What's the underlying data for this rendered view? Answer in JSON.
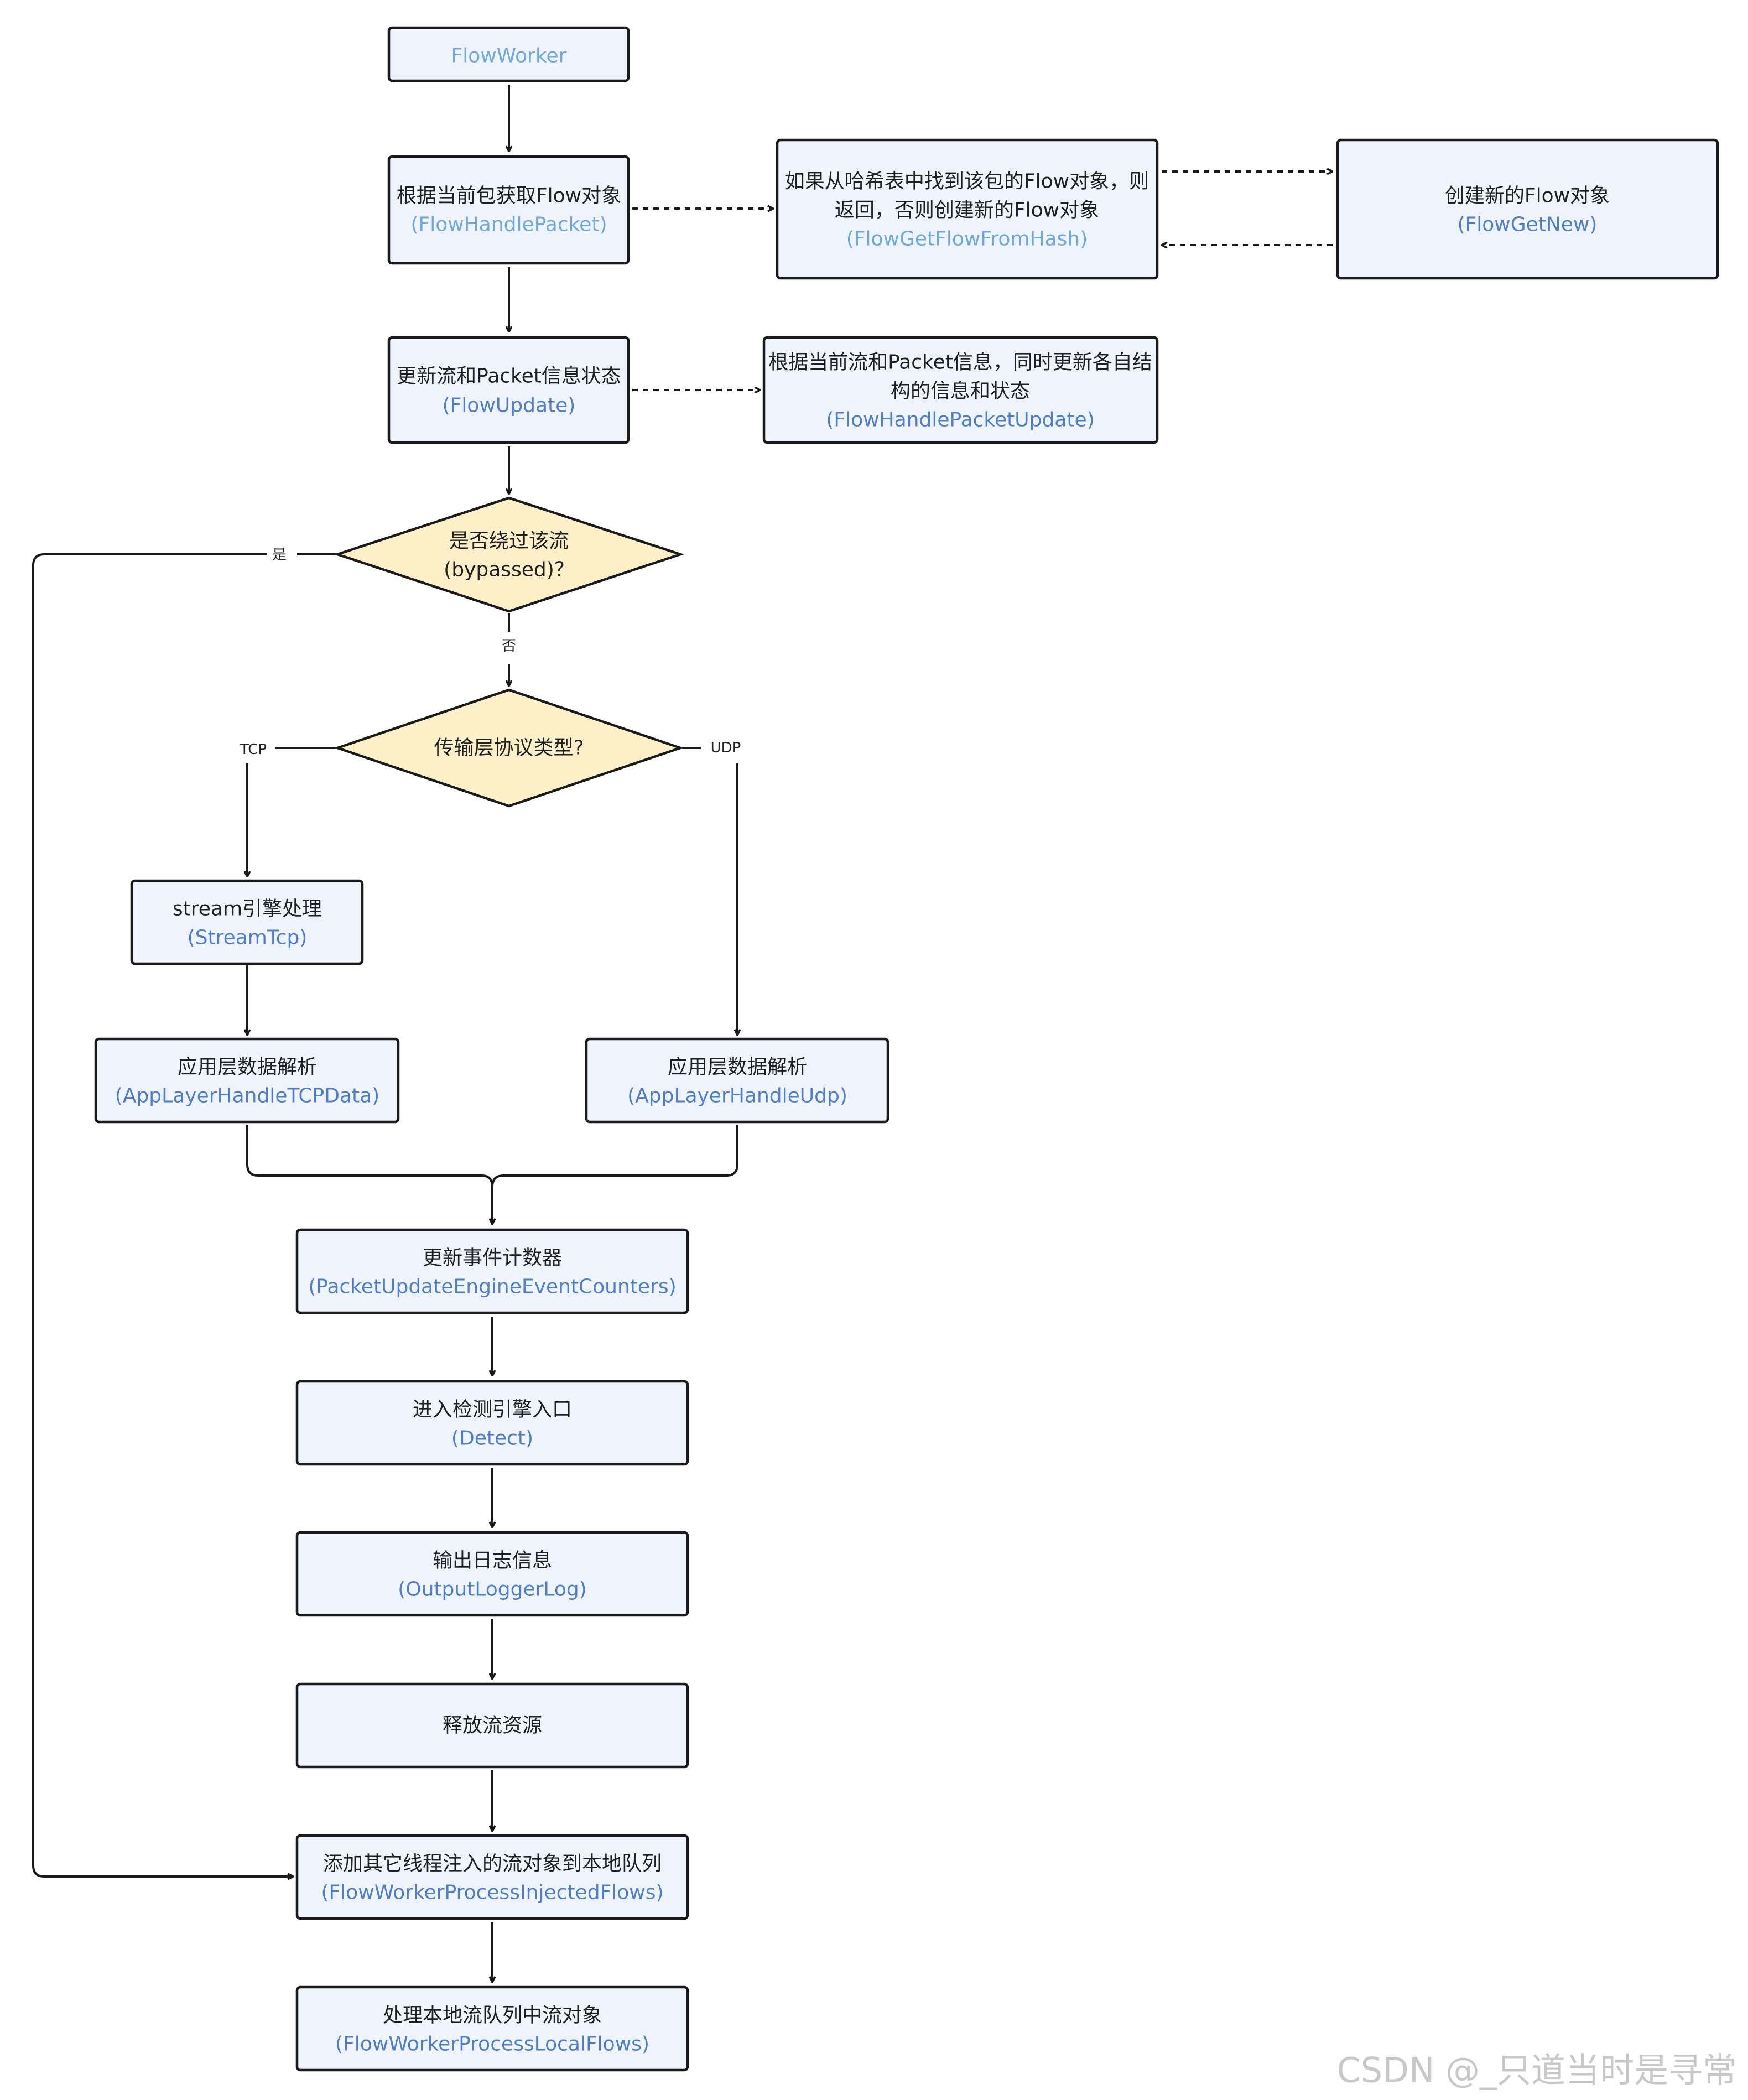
{
  "nodes": {
    "flowworker": {
      "line1": "FlowWorker"
    },
    "handle_packet": {
      "line1": "根据当前包获取Flow对象",
      "line2": "(FlowHandlePacket)"
    },
    "get_from_hash": {
      "line1": "如果从哈希表中找到该包的Flow对象，则",
      "line2": "返回，否则创建新的Flow对象",
      "line3": "(FlowGetFlowFromHash)"
    },
    "get_new": {
      "line1": "创建新的Flow对象",
      "line2": "(FlowGetNew)"
    },
    "flow_update": {
      "line1": "更新流和Packet信息状态",
      "line2": "(FlowUpdate)"
    },
    "packet_update": {
      "line1": "根据当前流和Packet信息，同时更新各自结",
      "line2": "构的信息和状态",
      "line3": "(FlowHandlePacketUpdate)"
    },
    "bypassed": {
      "line1": "是否绕过该流",
      "line2": "(bypassed)？"
    },
    "transport": {
      "line1": "传输层协议类型?"
    },
    "stream": {
      "line1": "stream引擎处理",
      "line2": "(StreamTcp)"
    },
    "app_tcp": {
      "line1": "应用层数据解析",
      "line2": "(AppLayerHandleTCPData)"
    },
    "app_udp": {
      "line1": "应用层数据解析",
      "line2": "(AppLayerHandleUdp)"
    },
    "counters": {
      "line1": "更新事件计数器",
      "line2": "(PacketUpdateEngineEventCounters)"
    },
    "detect": {
      "line1": "进入检测引擎入口",
      "line2": "(Detect)"
    },
    "logger": {
      "line1": "输出日志信息",
      "line2": "(OutputLoggerLog)"
    },
    "release": {
      "line1": "释放流资源"
    },
    "injected": {
      "line1": "添加其它线程注入的流对象到本地队列",
      "line2": "(FlowWorkerProcessInjectedFlows)"
    },
    "local": {
      "line1": "处理本地流队列中流对象",
      "line2": "(FlowWorkerProcessLocalFlows)"
    }
  },
  "edge_labels": {
    "yes": "是",
    "no": "否",
    "tcp": "TCP",
    "udp": "UDP"
  },
  "watermark": "CSDN @_只道当时是寻常",
  "colors": {
    "box_fill": "#eef3fc",
    "diamond_fill": "#fdf0c9",
    "stroke": "#1a1a1a",
    "function_name_text": "#4f7ec9",
    "function_name_text_light": "#6fa8dc",
    "watermark": "#c8c8c8"
  }
}
